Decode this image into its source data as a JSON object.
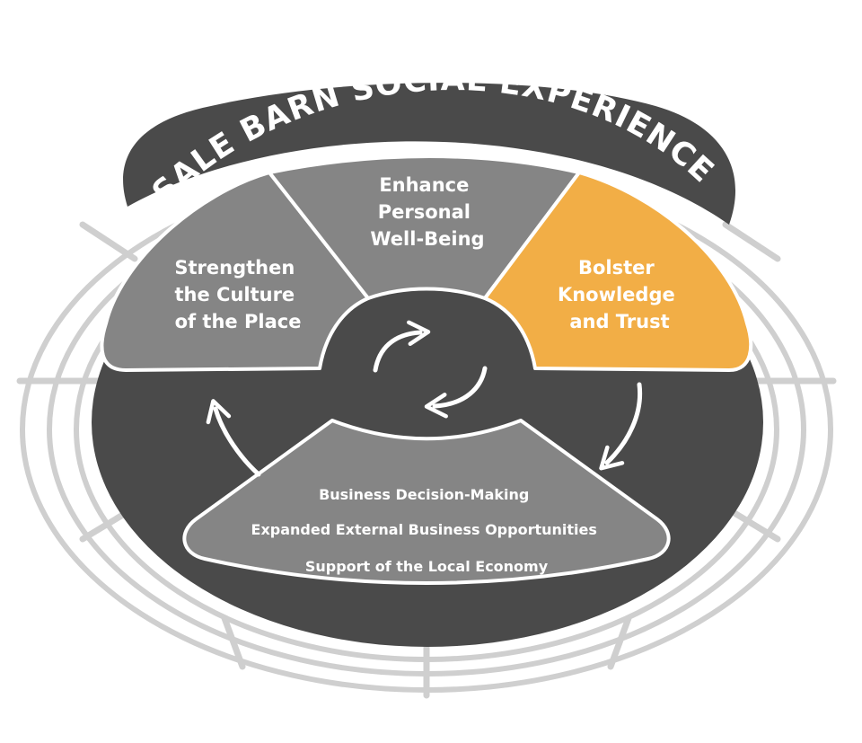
{
  "title": "SALE BARN SOCIAL EXPERIENCE",
  "colors": {
    "ring": "#cfcfcf",
    "dark": "#4a4a4a",
    "segment": "#858585",
    "highlight": "#f2ae46",
    "text": "#ffffff"
  },
  "segments": {
    "culture": [
      "Strengthen",
      "the Culture",
      "of the Place"
    ],
    "wellbeing": [
      "Enhance",
      "Personal",
      "Well-Being"
    ],
    "knowledge": [
      "Bolster",
      "Knowledge",
      "and Trust"
    ]
  },
  "outcomes": [
    "Business Decision-Making",
    "Expanded External Business Opportunities",
    "Support of the Local Economy"
  ],
  "icons": [
    "cycle-arrow-icon",
    "cycle-arrow-icon",
    "flow-arrow-icon",
    "flow-arrow-icon"
  ]
}
